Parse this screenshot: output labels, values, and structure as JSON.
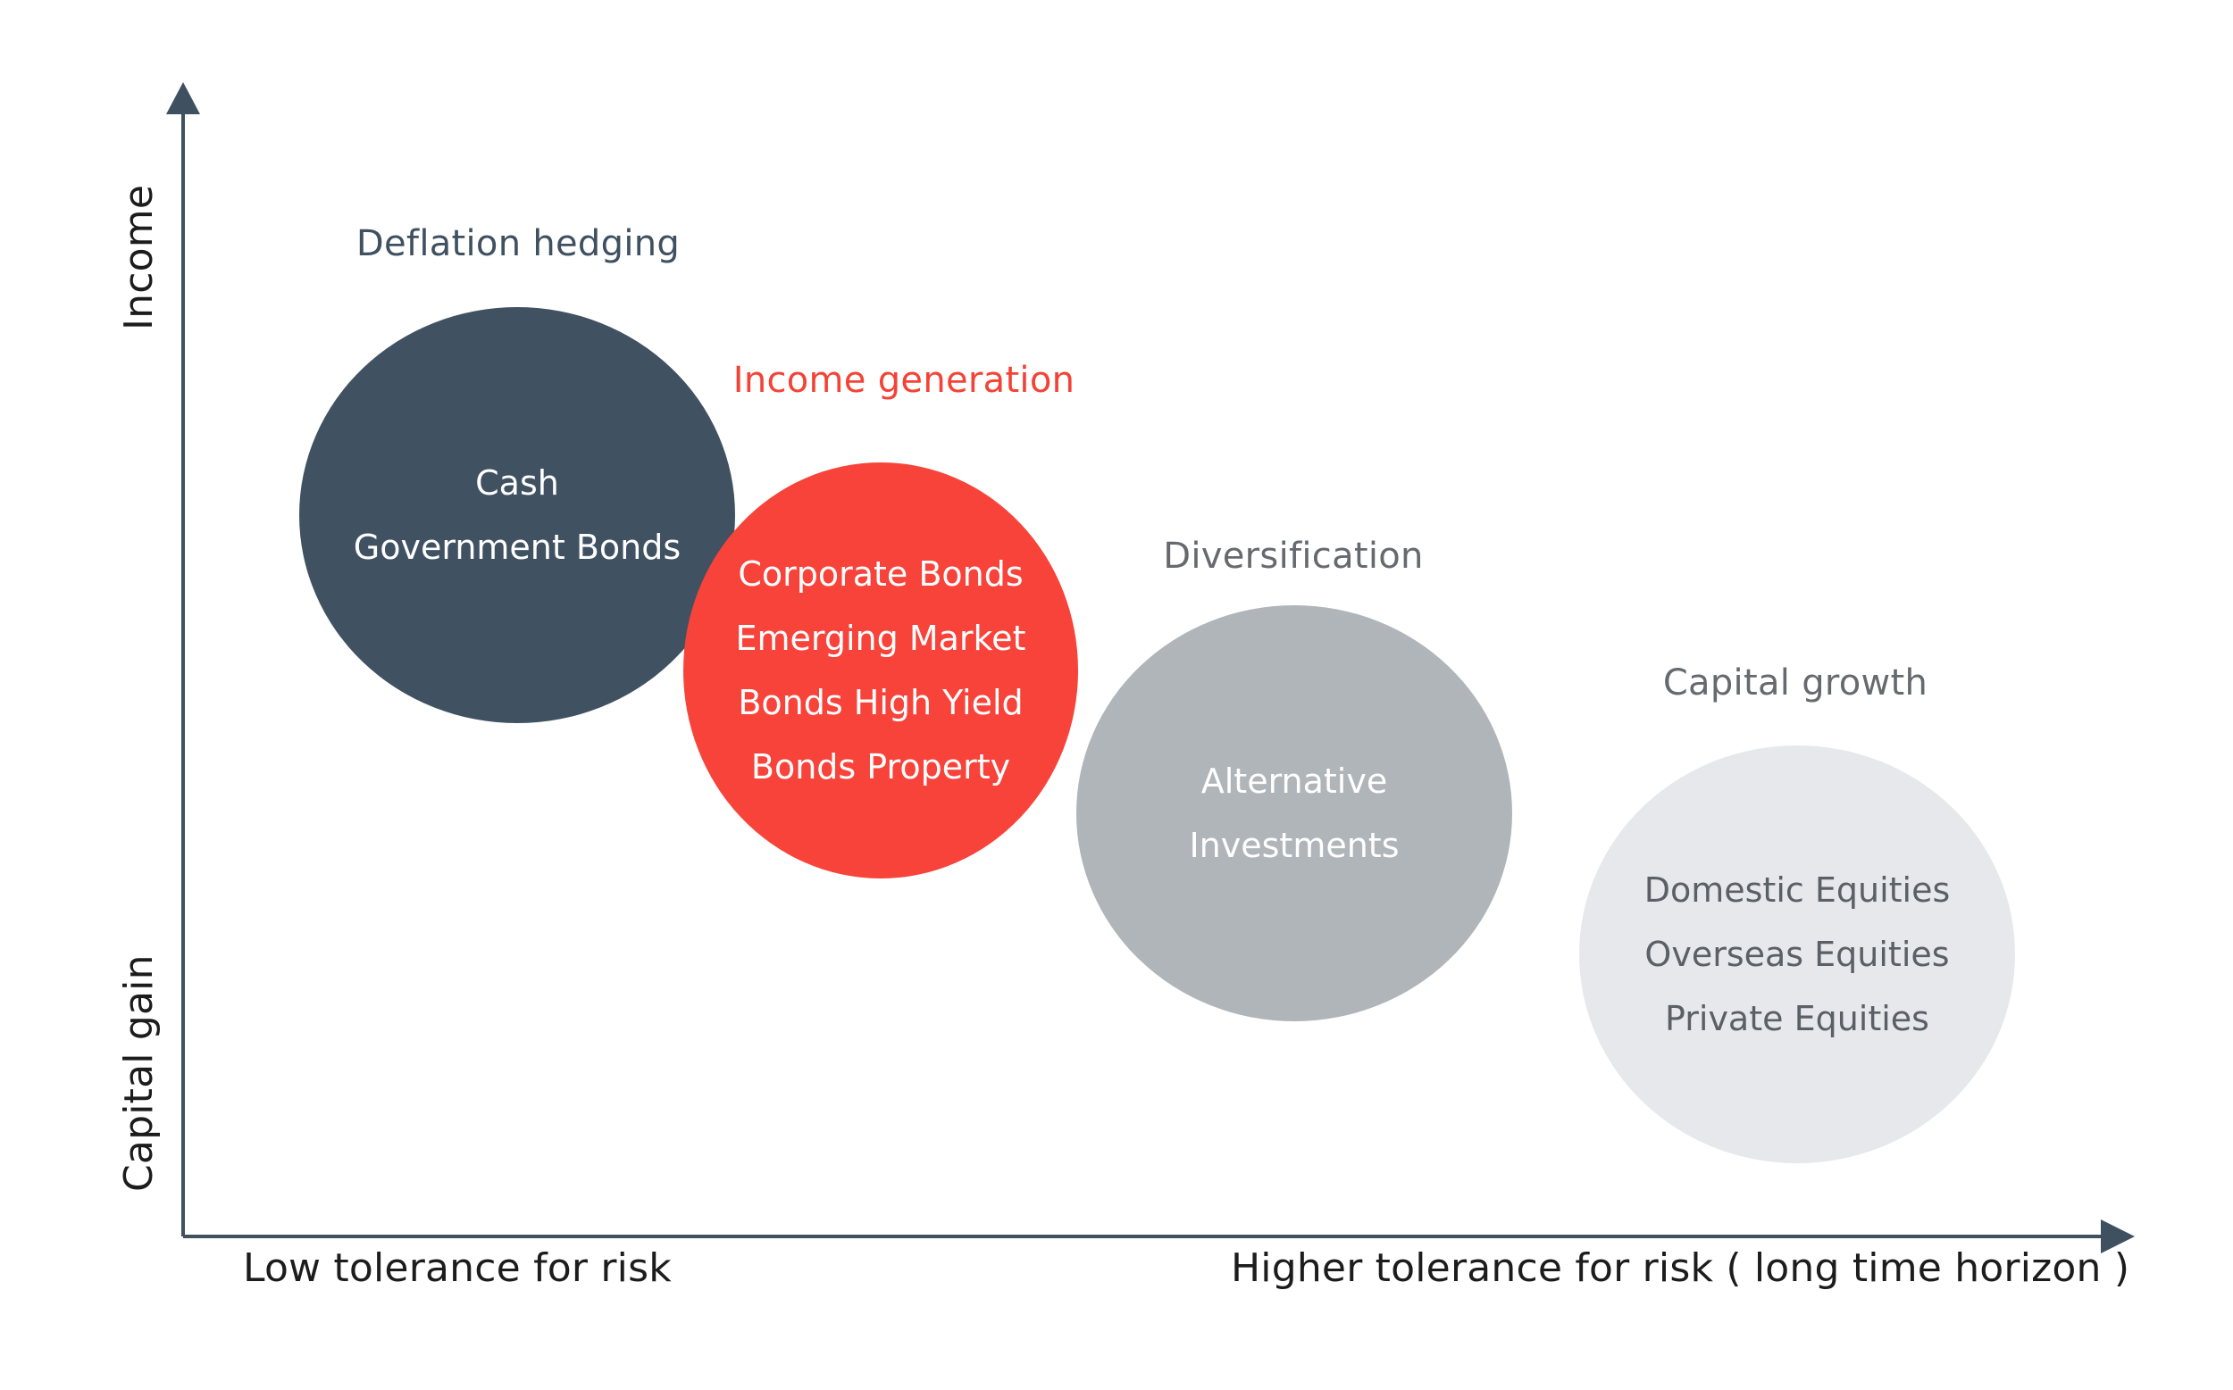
{
  "axes": {
    "y_top_label": "Income",
    "y_bottom_label": "Capital gain",
    "x_left_label": "Low tolerance for risk",
    "x_right_label": "Higher tolerance for risk ( long time horizon )",
    "color": "#3f5060"
  },
  "groups": [
    {
      "heading": "Deflation hedging",
      "heading_color": "#3f5060",
      "fill": "#405162",
      "text_color": "#ffffff",
      "items": [
        "Cash",
        "Government Bonds"
      ]
    },
    {
      "heading": "Income generation",
      "heading_color": "#f44336",
      "fill": "#f8433a",
      "text_color": "#ffffff",
      "items": [
        "Corporate Bonds",
        "Emerging Market",
        "Bonds High Yield",
        "Bonds Property"
      ]
    },
    {
      "heading": "Diversification",
      "heading_color": "#666a6e",
      "fill": "#b0b5ba",
      "text_color": "#ffffff",
      "items": [
        "Alternative",
        "Investments"
      ]
    },
    {
      "heading": "Capital growth",
      "heading_color": "#666a6e",
      "fill": "#e6e8eb",
      "text_color": "#5b6066",
      "items": [
        "Domestic Equities",
        "Overseas Equities",
        "Private Equities"
      ]
    }
  ]
}
